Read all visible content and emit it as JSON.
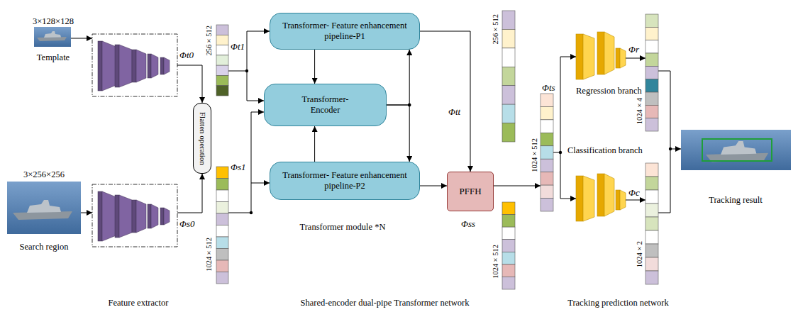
{
  "diagram": {
    "nodes": [
      {
        "text": [
          "Feature extractor"
        ]
      },
      {
        "text": [
          "Flatten operation"
        ]
      },
      {
        "text": [
          "Shared-encoder dual-pipe Transformer network"
        ]
      },
      {
        "text": [
          "Transformer module *N"
        ],
        "in": 2
      },
      {
        "text": [
          "Transformer- Feature enhancement pipeline-P1"
        ],
        "in": 3
      },
      {
        "text": [
          "Transformer- Encoder"
        ],
        "in": 3
      },
      {
        "text": [
          "Transformer- Feature enhancement pipeline-P2"
        ],
        "in": 3
      },
      {
        "text": [
          "PFFH"
        ],
        "in": 2
      },
      {
        "text": [
          "Tracking prediction network"
        ]
      }
    ],
    "edges": [
      {
        "from": 4,
        "to": 5,
        "arrow": "to"
      },
      {
        "from": 6,
        "to": 5,
        "arrow": "to"
      },
      {
        "from": 5,
        "to": 4,
        "arrow": "to"
      },
      {
        "from": 5,
        "to": 6,
        "arrow": "to"
      },
      {
        "from": 4,
        "to": 7,
        "arrow": "to"
      },
      {
        "from": 6,
        "to": 7,
        "arrow": "to"
      },
      {
        "from": 0,
        "to": 1,
        "arrow": "to"
      },
      {
        "from": 0,
        "to": 1,
        "arrow": "to"
      }
    ],
    "labels": [
      "3×128×128",
      "Template",
      "3×256×256",
      "Search region",
      "Φt0",
      "Φs0",
      "256×512",
      "1024×512",
      "Φt1",
      "Φs1",
      "256×512",
      "Φtt",
      "1024×512",
      "Φss",
      "1024×512",
      "Φts",
      "Regression branch",
      "Classification branch",
      "Φr",
      "1024×4",
      "Φc",
      "1024×2",
      "Tracking result"
    ]
  }
}
